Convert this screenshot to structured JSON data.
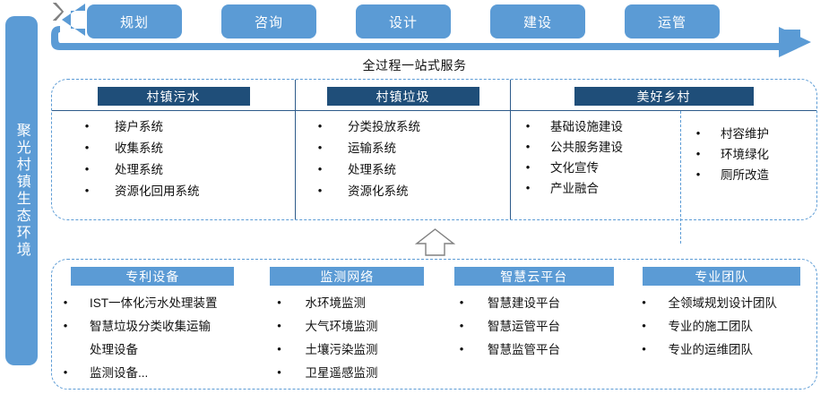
{
  "side_banner": {
    "text": "聚光村镇生态环境"
  },
  "process_flow": {
    "steps": [
      {
        "label": "规划"
      },
      {
        "label": "咨询"
      },
      {
        "label": "设计"
      },
      {
        "label": "建设"
      },
      {
        "label": "运管"
      }
    ],
    "separator_icon": "chevron-right-icon",
    "loop_icon": "circular-arrow-icon",
    "subtitle": "全过程一站式服务"
  },
  "connector": {
    "icon": "up-arrow-icon"
  },
  "top_panel": {
    "columns": [
      {
        "title": "村镇污水",
        "items": [
          "接户系统",
          "收集系统",
          "处理系统",
          "资源化回用系统"
        ]
      },
      {
        "title": "村镇垃圾",
        "items": [
          "分类投放系统",
          "运输系统",
          "处理系统",
          "资源化系统"
        ]
      },
      {
        "title": "美好乡村",
        "items": [
          "基础设施建设",
          "公共服务建设",
          "文化宣传",
          "产业融合"
        ],
        "items_secondary": [
          "村容维护",
          "环境绿化",
          "厕所改造"
        ]
      }
    ]
  },
  "bottom_panel": {
    "columns": [
      {
        "title": "专利设备",
        "items": [
          "IST一体化污水处理装置",
          "智慧垃圾分类收集运输",
          "处理设备",
          "监测设备..."
        ]
      },
      {
        "title": "监测网络",
        "items": [
          "水环境监测",
          "大气环境监测",
          "土壤污染监测",
          "卫星遥感监测"
        ]
      },
      {
        "title": "智慧云平台",
        "items": [
          "智慧建设平台",
          "智慧运管平台",
          "智慧监管平台"
        ]
      },
      {
        "title": "专业团队",
        "items": [
          "全领域规划设计团队",
          "专业的施工团队",
          "专业的运维团队"
        ]
      }
    ]
  },
  "colors": {
    "accent_blue": "#5b9bd5",
    "header_navy": "#1f4e79",
    "chevron_gray": "#808080",
    "text_dark": "#111111"
  }
}
